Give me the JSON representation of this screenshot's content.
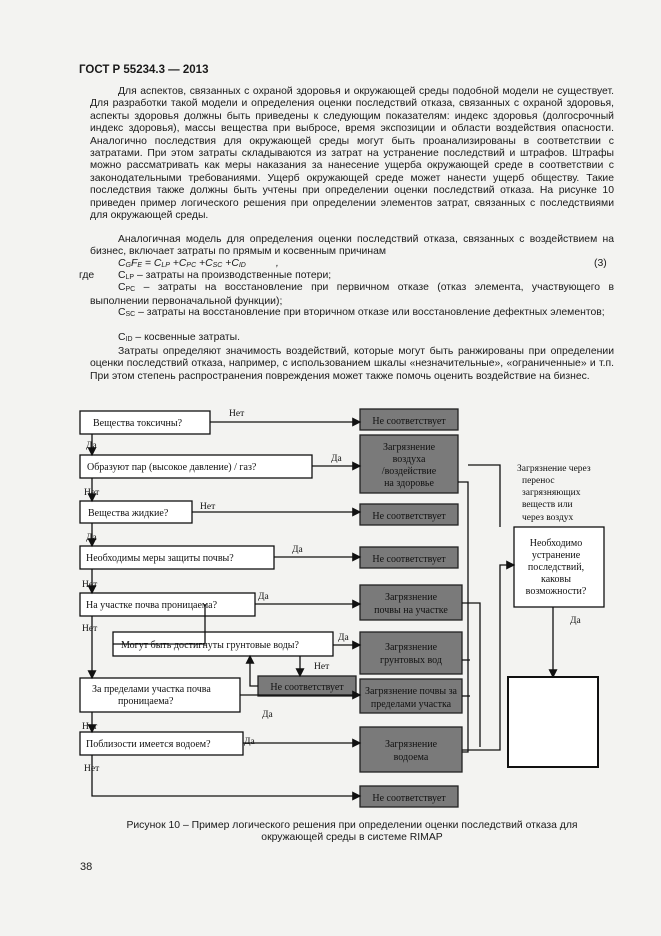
{
  "header": "ГОСТ Р 55234.3 — 2013",
  "para1": "Для аспектов, связанных с охраной здоровья и окружающей среды подобной модели не существует. Для разработки такой модели и определения оценки последствий отказа, связанных с охраной здоровья, аспекты здоровья должны быть приведены к следующим показателям: индекс здоровья (долгосрочный индекс здоровья), массы вещества при выбросе, время экспозиции и области воздействия опасности. Аналогично последствия для окружающей среды могут быть проанализированы в соответствии с затратами. При этом затраты складываются из затрат на устранение последствий и штрафов. Штрафы можно рассматривать как меры наказания за нанесение ущерба окружающей среде в соответствии с законодательными требованиями. Ущерб окружающей среде может нанести ущерб обществу. Такие последствия также должны быть учтены при определении оценки последствий отказа. На рисунке 10 приведен пример логического решения при определении элементов затрат, связанных с последствиями для окружающей среды.",
  "para2": "Аналогичная модель для определения оценки последствий отказа, связанных с воздействием на бизнес, включает затраты по прямым и косвенным причинам",
  "formula": {
    "c": "C",
    "s1": "G",
    "f": "F",
    "s2": "E",
    "eq": " = ",
    "t1": "LP",
    "t2": "PC",
    "t3": "SC",
    "t4": "ID",
    "comma": ",",
    "num": "(3)"
  },
  "where": "где",
  "defs": [
    {
      "c": "C",
      "sub": "LP",
      "text": " – затраты на производственные потери;"
    },
    {
      "c": "C",
      "sub": "PC",
      "text": " – затраты на восстановление при первичном отказе (отказ элемента, участвующего в выполнении первоначальной функции);"
    },
    {
      "c": "C",
      "sub": "SC",
      "text": " – затраты на восстановление при вторичном отказе или восстановление дефектных элементов;"
    },
    {
      "c": "C",
      "sub": "ID",
      "text": " – косвенные затраты."
    }
  ],
  "para3": "Затраты определяют значимость воздействий, которые могут быть ранжированы при определении оценки последствий отказа, например, с использованием шкалы «незначительные», «ограниченные» и т.п. При этом степень распространения повреждения может также помочь оценить воздействие на бизнес.",
  "diagram": {
    "q1": "Вещества токсичны?",
    "q2": "Образуют пар (высокое давление) / газ?",
    "q3": "Вещества жидкие?",
    "q4": "Необходимы меры защиты почвы?",
    "q5": "На участке почва проницаема?",
    "q6": "Могут быть достигнуты грунтовые воды?",
    "q7": [
      "За пределами участка почва",
      "проницаема?"
    ],
    "q8": "Поблизости имеется водоем?",
    "nc": "Не соответствует",
    "air": [
      "Загрязнение",
      "воздуха",
      "/воздействие",
      "на здоровье"
    ],
    "soil": [
      "Загрязнение",
      "почвы на участке"
    ],
    "ground": [
      "Загрязнение",
      "грунтовых вод"
    ],
    "offsite": [
      "Загрязнение почвы за",
      "пределами участка"
    ],
    "water": [
      "Загрязнение",
      "водоема"
    ],
    "note": [
      "Загрязнение через",
      "перенос",
      "загрязняющих",
      "веществ или",
      "через воздух"
    ],
    "fix": [
      "Необходимо",
      "устранение",
      "последствий,",
      "каковы",
      "возможности?"
    ],
    "yes": "Да",
    "no": "Нет"
  },
  "caption": [
    "Рисунок 10 – Пример логического решения при определении оценки последствий отказа для",
    "окружающей среды в системе RIMAP"
  ],
  "page_number": "38"
}
